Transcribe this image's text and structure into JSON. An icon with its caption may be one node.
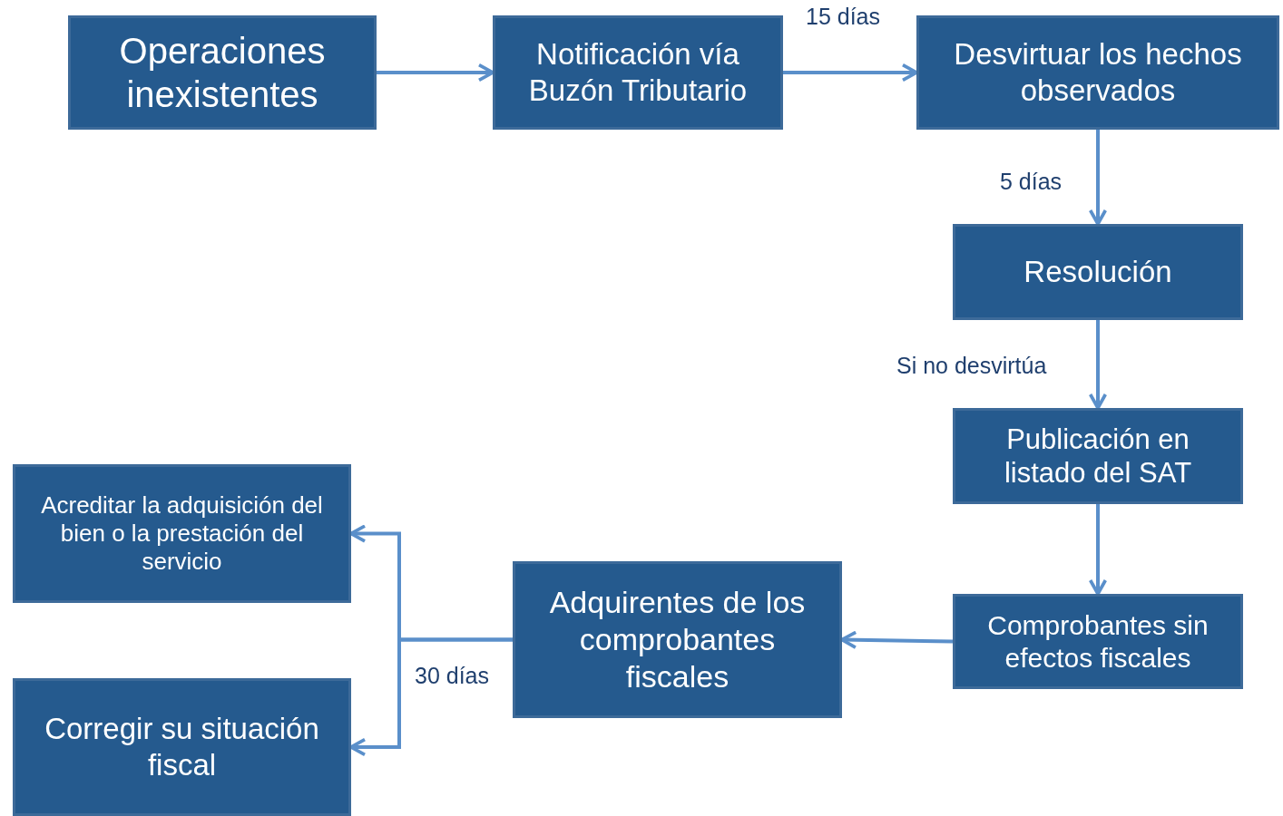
{
  "diagram": {
    "nodes": [
      {
        "text": [
          "Operaciones inexistentes"
        ]
      },
      {
        "text": [
          "Notificación vía Buzón Tributario"
        ]
      },
      {
        "text": [
          "Desvirtuar los hechos observados"
        ]
      },
      {
        "text": [
          "Resolución"
        ]
      },
      {
        "text": [
          "Publicación en listado del SAT"
        ]
      },
      {
        "text": [
          "Comprobantes sin efectos fiscales"
        ]
      },
      {
        "text": [
          "Adquirentes de los comprobantes fiscales"
        ]
      },
      {
        "text": [
          "Acreditar la adquisición del bien o la prestación del servicio"
        ]
      },
      {
        "text": [
          "Corregir su situación fiscal"
        ]
      }
    ],
    "edges": [
      {
        "from": 0,
        "to": 1,
        "arrow": "to"
      },
      {
        "from": 1,
        "to": 2,
        "arrow": "to",
        "label": "15 días"
      },
      {
        "from": 2,
        "to": 3,
        "arrow": "to",
        "label": "5 días"
      },
      {
        "from": 3,
        "to": 4,
        "arrow": "to",
        "label": "Si no desvirtúa"
      },
      {
        "from": 4,
        "to": 5,
        "arrow": "to"
      },
      {
        "from": 5,
        "to": 6,
        "arrow": "to"
      },
      {
        "from": 6,
        "to": 7,
        "arrow": "to"
      },
      {
        "from": 6,
        "to": 8,
        "arrow": "to",
        "label": "30 días"
      }
    ]
  }
}
